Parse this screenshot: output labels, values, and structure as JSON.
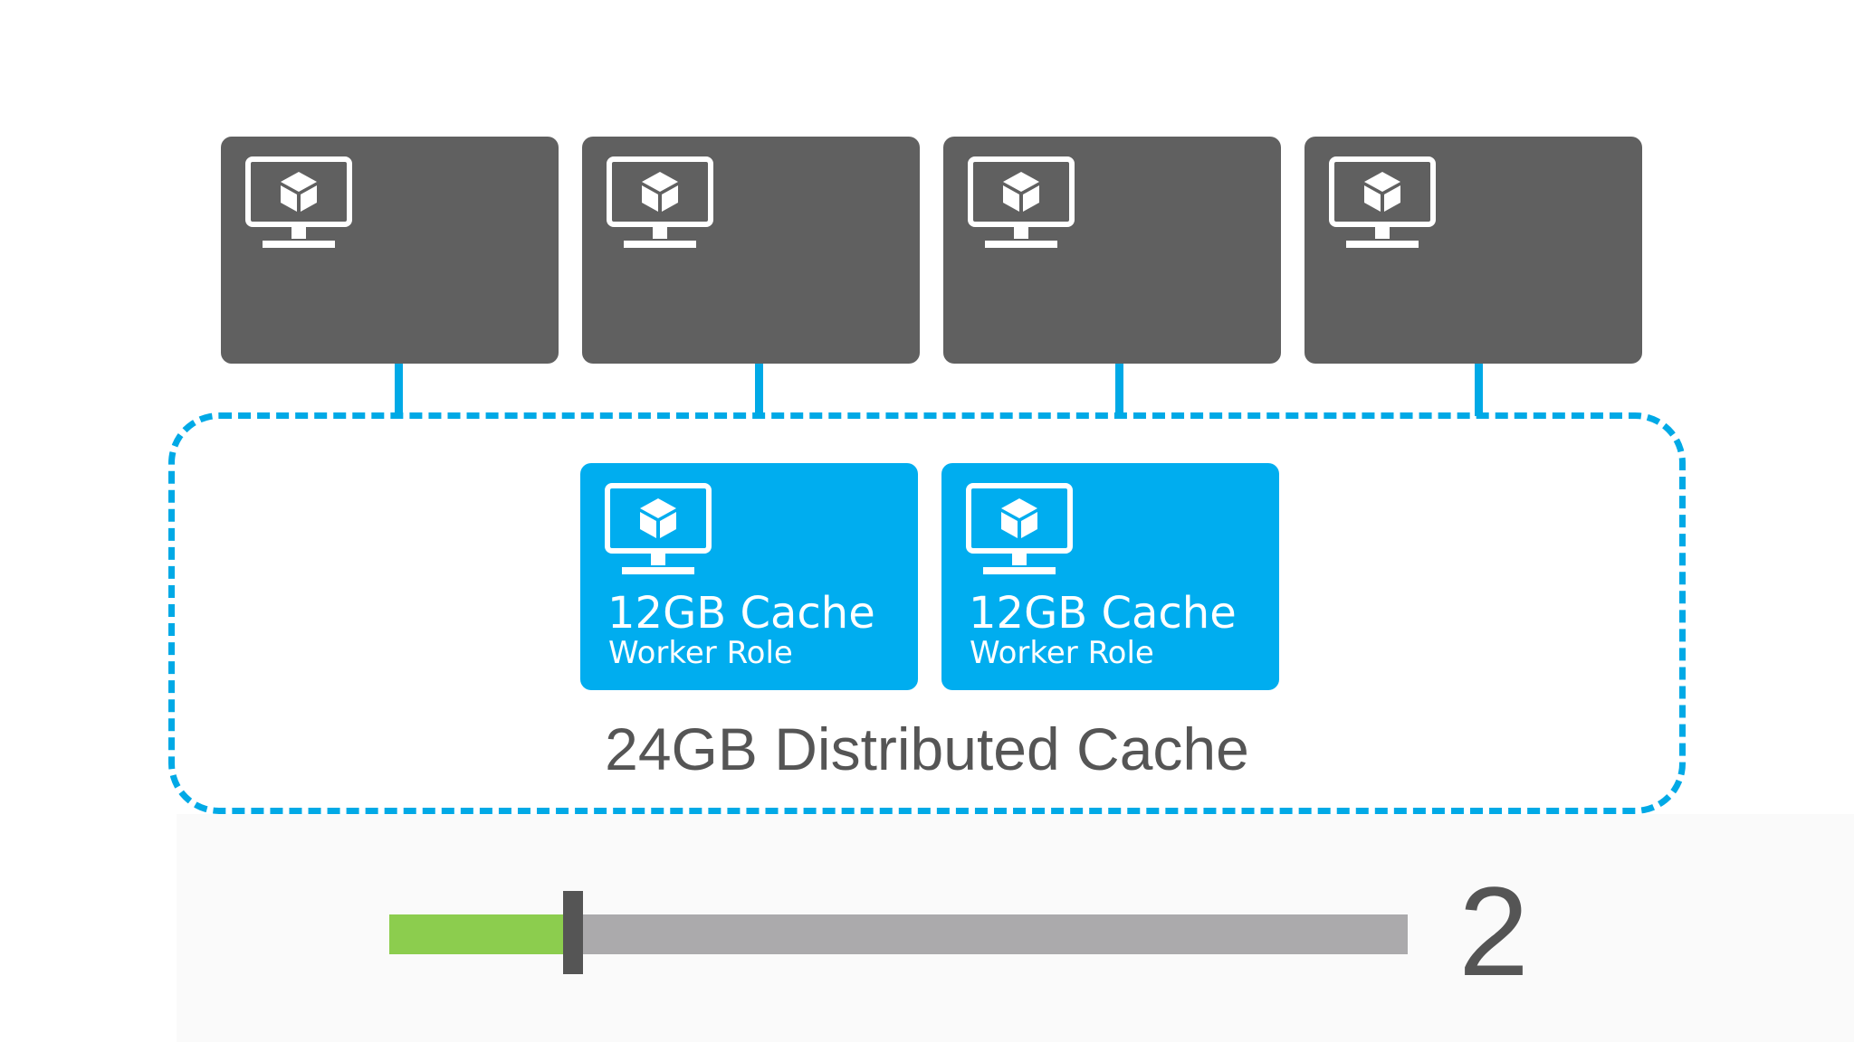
{
  "colors": {
    "vm_box": "#606060",
    "cache_box": "#00adef",
    "dashed_border": "#00a9e6",
    "slider_fill": "#8ccd4e",
    "slider_track": "#abaaac",
    "text_dark": "#555555"
  },
  "vm_icon": "monitor-cube-icon",
  "cache_nodes": [
    {
      "title": "12GB Cache",
      "subtitle": "Worker Role"
    },
    {
      "title": "12GB Cache",
      "subtitle": "Worker Role"
    }
  ],
  "distributed_label": "24GB Distributed Cache",
  "slider": {
    "value": 2,
    "fraction": 0.18
  },
  "count": "2"
}
